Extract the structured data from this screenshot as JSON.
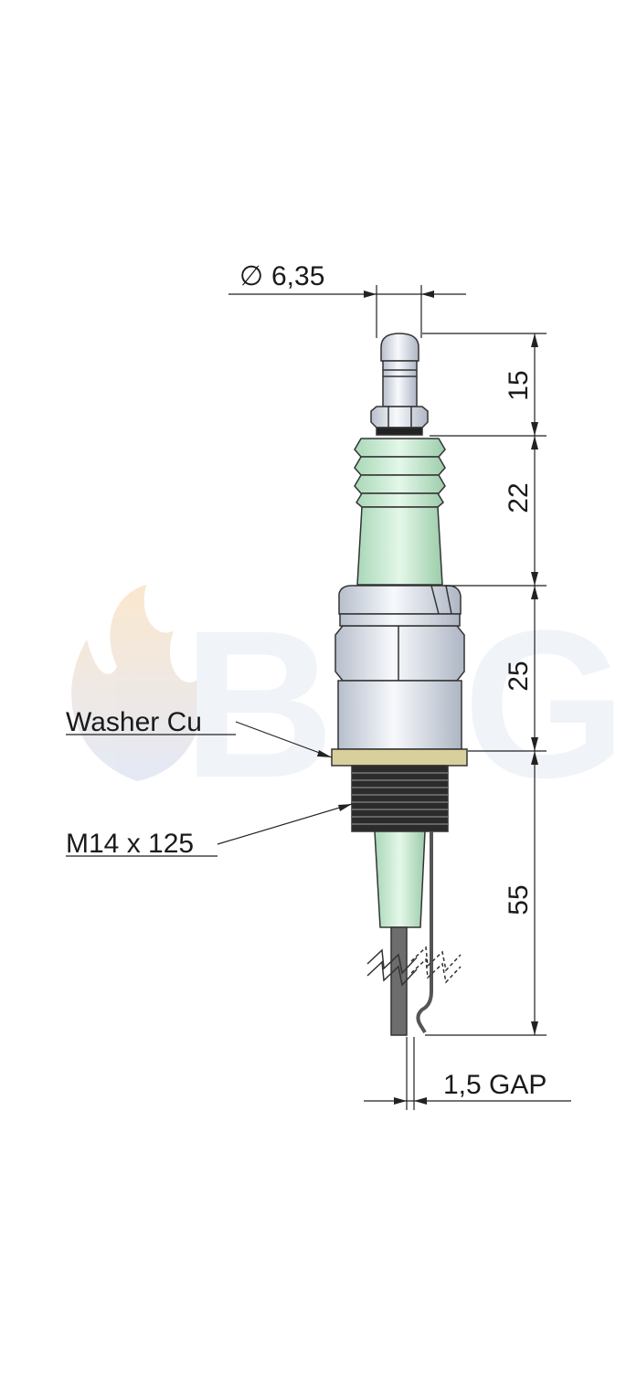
{
  "watermark": {
    "text": "BTG"
  },
  "dimensions": {
    "diameter": {
      "symbol": "∅",
      "value": "6,35"
    },
    "segment_1": "15",
    "segment_2": "22",
    "segment_3": "25",
    "segment_4": "55",
    "gap": "1,5 GAP"
  },
  "callouts": {
    "washer": "Washer Cu",
    "thread": "M14 x 125"
  },
  "colors": {
    "insulator": "#bfeccd",
    "metal": "#dfe4ee",
    "thread": "#2b2b2b",
    "washer": "#d8cf9c",
    "logo_flame": "#f7d9b8"
  }
}
